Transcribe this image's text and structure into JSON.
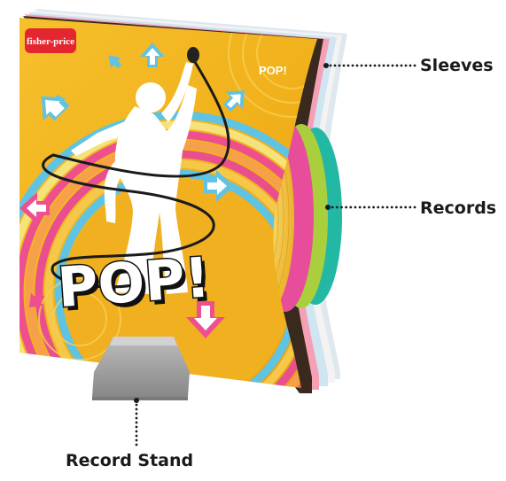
{
  "callouts": {
    "sleeves": "Sleeves",
    "records": "Records",
    "stand": "Record Stand"
  },
  "cover": {
    "brand_logo": "fisher-price",
    "small_title": "POP!",
    "big_title": "POP!"
  },
  "colors": {
    "cover_yellow": "#f2b21c",
    "cover_dark_yellow": "#e09a0e",
    "logo_red": "#e3262f",
    "arrow_blue": "#5fc3e4",
    "arrow_pink": "#ee4f8f",
    "record_yellow": "#f4c42a",
    "record_pink": "#e84d9b",
    "record_green": "#a9cf3c",
    "record_teal": "#22b8a4",
    "stand_gray": "#9c9c9c"
  }
}
